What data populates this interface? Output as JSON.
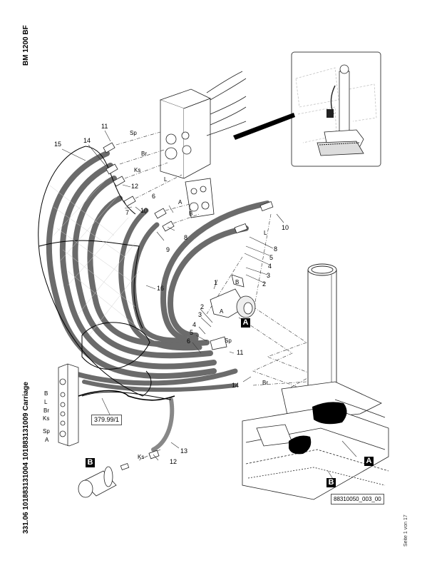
{
  "document": {
    "model_title": "BM 1200 BF",
    "section_title": "331.06 101883131004 101883131009 Carriage",
    "page_indicator": "Seite 1 von 17",
    "drawing_number": "88310050_003_00",
    "reference_box": "379.99/1"
  },
  "detail_badges": [
    "A",
    "A",
    "B",
    "B"
  ],
  "part_callouts": {
    "p1": "1",
    "p2a": "2",
    "p2b": "2",
    "p3a": "3",
    "p3b": "3",
    "p4a": "4",
    "p4b": "4",
    "p5a": "5",
    "p5b": "5",
    "p6a": "6",
    "p6b": "6",
    "p7": "7",
    "p8a": "8",
    "p8b": "8",
    "p9": "9",
    "p10a": "10",
    "p10b": "10",
    "p11a": "11",
    "p11b": "11",
    "p12a": "12",
    "p12b": "12",
    "p13": "13",
    "p14a": "14",
    "p14b": "14",
    "p15": "15",
    "p16": "16"
  },
  "port_labels": {
    "sp_top": "Sp",
    "br_top": "Br",
    "ks_top": "Ks",
    "l_top": "L",
    "a_top": "A",
    "b_top": "B",
    "l_mid": "L",
    "b_mid": "B",
    "a_mid": "A",
    "sp_mid": "Sp",
    "br_low": "Br",
    "ks_low": "Ks"
  },
  "block_port_list": [
    "B",
    "L",
    "Br",
    "Ks",
    "Sp",
    "A"
  ]
}
